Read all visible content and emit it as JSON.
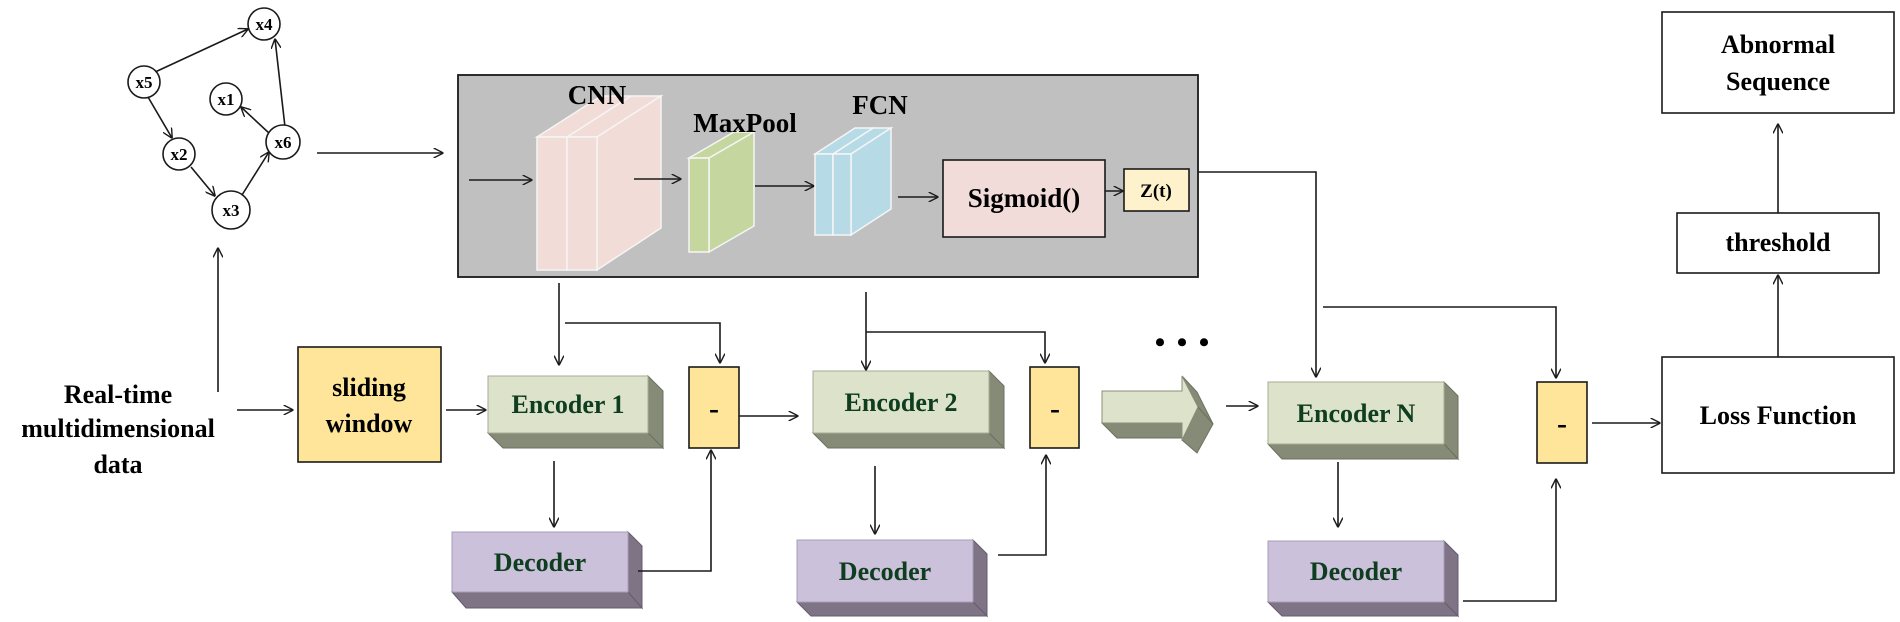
{
  "graph": {
    "nodes": [
      {
        "id": "x4",
        "label": "x4"
      },
      {
        "id": "x5",
        "label": "x5"
      },
      {
        "id": "x1",
        "label": "x1"
      },
      {
        "id": "x6",
        "label": "x6"
      },
      {
        "id": "x2",
        "label": "x2"
      },
      {
        "id": "x3",
        "label": "x3"
      }
    ],
    "edges": [
      {
        "from": "x5",
        "to": "x4"
      },
      {
        "from": "x5",
        "to": "x2"
      },
      {
        "from": "x2",
        "to": "x3"
      },
      {
        "from": "x3",
        "to": "x6"
      },
      {
        "from": "x6",
        "to": "x1"
      },
      {
        "from": "x6",
        "to": "x4"
      }
    ]
  },
  "input": {
    "line1": "Real-time",
    "line2": "multidimensional",
    "line3": "data"
  },
  "sliding_window": {
    "line1": "sliding",
    "line2": "window"
  },
  "feature_extractor": {
    "cnn_label": "CNN",
    "maxpool_label": "MaxPool",
    "fcn_label": "FCN",
    "sigmoid_label": "Sigmoid()",
    "z_label": "Z(t)"
  },
  "stages": [
    {
      "encoder": "Encoder 1",
      "decoder": "Decoder",
      "diff": "-"
    },
    {
      "encoder": "Encoder 2",
      "decoder": "Decoder",
      "diff": "-"
    },
    {
      "encoder": "Encoder N",
      "decoder": "Decoder",
      "diff": "-"
    }
  ],
  "ellipsis": "• • •",
  "loss_function": "Loss Function",
  "threshold": "threshold",
  "output": {
    "line1": "Abnormal",
    "line2": "Sequence"
  },
  "colors": {
    "panel": "#c0c0c0",
    "cnn": "#f2dcd8",
    "maxpool": "#c5d79e",
    "fcn": "#b7dbe6",
    "sigmoid": "#f2dcd9",
    "z": "#fdf2cb",
    "diff": "#fee599",
    "sliding": "#fee599",
    "encoder_front": "#dde3cb",
    "encoder_side": "#868b78",
    "decoder_front": "#ccc1da",
    "decoder_side": "#7e7486",
    "block_text": "#0f3d1f"
  }
}
